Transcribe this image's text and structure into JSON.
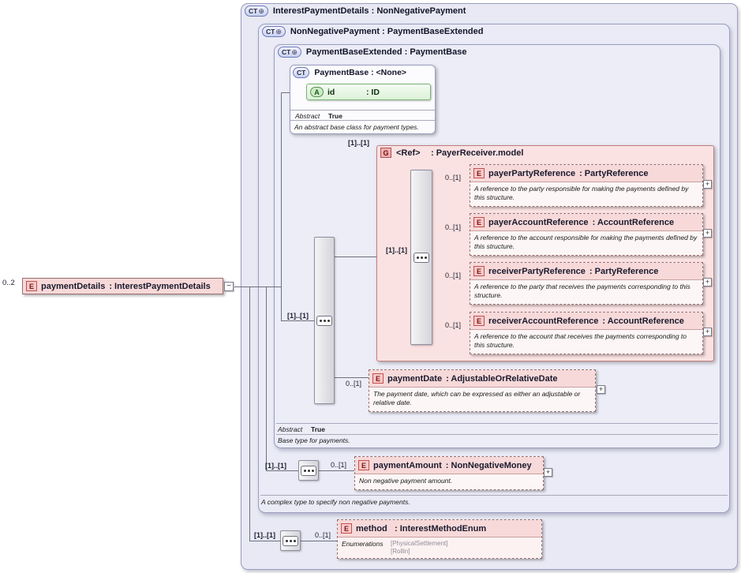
{
  "badges": {
    "complex_type": "CT",
    "element": "E",
    "attribute": "A",
    "group": "G",
    "derived": "⊕",
    "expand": "+",
    "collapse": "−"
  },
  "root_element": {
    "cardinality": "0..2",
    "name": "paymentDetails",
    "type": ": InterestPaymentDetails"
  },
  "containers": {
    "interest_payment_details": {
      "title": "InterestPaymentDetails : NonNegativePayment"
    },
    "non_negative_payment": {
      "title": "NonNegativePayment : PaymentBaseExtended",
      "footer_note": "A complex type to specify non negative payments."
    },
    "payment_base_extended": {
      "title": "PaymentBaseExtended : PaymentBase",
      "sequence_cardinality": "[1]..[1]",
      "abstract_label": "Abstract",
      "abstract_value": "True",
      "footer_note": "Base type for payments."
    }
  },
  "payment_base": {
    "title": "PaymentBase : <None>",
    "attribute": {
      "name": "id",
      "type": ": ID"
    },
    "abstract_label": "Abstract",
    "abstract_value": "True",
    "doc": "An abstract base class for payment types."
  },
  "payer_receiver_group": {
    "cardinality": "[1]..[1]",
    "name": "<Ref>",
    "type": ": PayerReceiver.model",
    "sequence_cardinality": "[1]..[1]",
    "elements": [
      {
        "cardinality": "0..[1]",
        "name": "payerPartyReference",
        "type": ": PartyReference",
        "doc": "A reference to the party responsible for making the payments defined by this structure."
      },
      {
        "cardinality": "0..[1]",
        "name": "payerAccountReference",
        "type": ": AccountReference",
        "doc": "A reference to the account responsible for making the payments defined by this structure."
      },
      {
        "cardinality": "0..[1]",
        "name": "receiverPartyReference",
        "type": ": PartyReference",
        "doc": "A reference to the party that receives the payments corresponding to this structure."
      },
      {
        "cardinality": "0..[1]",
        "name": "receiverAccountReference",
        "type": ": AccountReference",
        "doc": "A reference to the account that receives the payments corresponding to this structure."
      }
    ]
  },
  "payment_date": {
    "cardinality": "0..[1]",
    "name": "paymentDate",
    "type": ": AdjustableOrRelativeDate",
    "doc": "The payment date, which can be expressed as either an adjustable or relative date."
  },
  "payment_amount": {
    "sequence_cardinality": "[1]..[1]",
    "cardinality": "0..[1]",
    "name": "paymentAmount",
    "type": ": NonNegativeMoney",
    "doc": "Non negative payment amount."
  },
  "method": {
    "sequence_cardinality": "[1]..[1]",
    "cardinality": "0..[1]",
    "name": "method",
    "type": ": InterestMethodEnum",
    "enum_label": "Enumerations",
    "enum_values": [
      "[PhysicalSettlement]",
      "[Rollin]"
    ]
  }
}
